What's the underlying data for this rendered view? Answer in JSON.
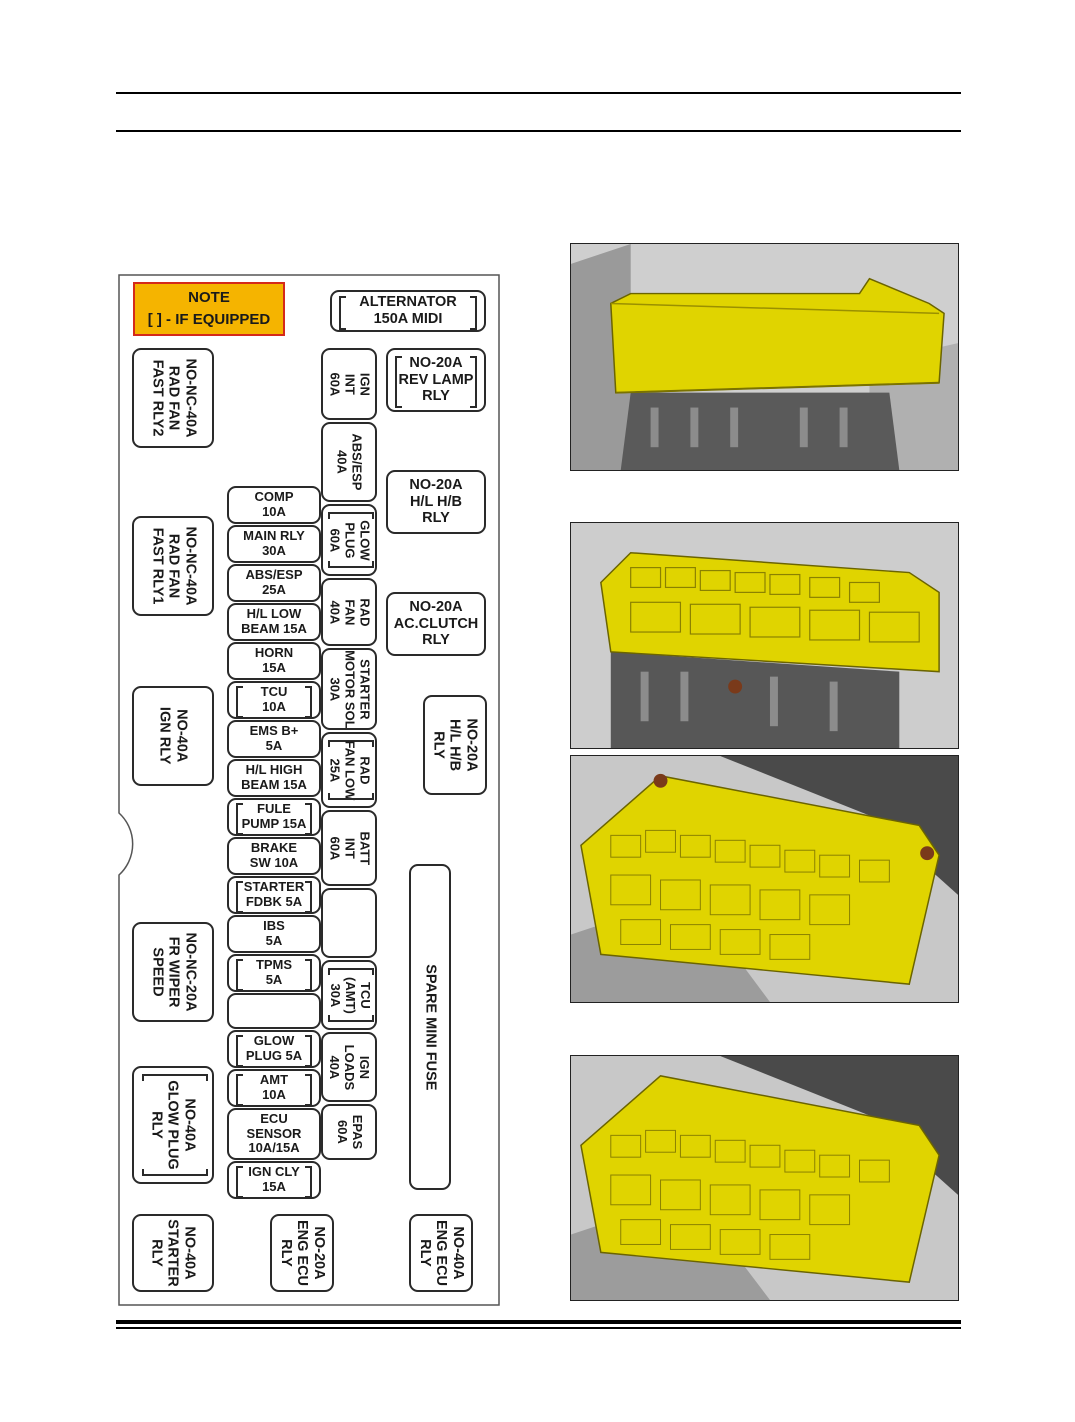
{
  "note": {
    "title": "NOTE",
    "text": "[ ]  - IF EQUIPPED"
  },
  "colors": {
    "note_bg": "#f5b400",
    "note_border": "#d42a1a",
    "component_yellow": "#e0d400",
    "outline": "#2a2a2a"
  },
  "cells": {
    "alternator": "ALTERNATOR\n150A MIDI",
    "rev_lamp_rly": "NO-20A\nREV LAMP\nRLY",
    "hl_hb_rly_top": "NO-20A\nH/L H/B\nRLY",
    "ac_clutch_rly": "NO-20A\nAC.CLUTCH\nRLY",
    "hl_hb_rly_right": "NO-20A\nH/L H/B\nRLY",
    "spare_mini_fuse": "SPARE MINI FUSE",
    "eng_ecu_rly_40": "NO-40A\nENG ECU\nRLY",
    "eng_ecu_rly_20": "NO-20A\nENG ECU\nRLY",
    "starter_rly": "NO-40A\nSTARTER\nRLY",
    "glow_plug_rly": "NO-40A\nGLOW PLUG\nRLY",
    "fr_wiper_speed": "NO-NC-20A\nFR WIPER\nSPEED",
    "ign_rly": "NO-40A\nIGN RLY",
    "rad_fan_fast_rly1": "NO-NC-40A\nRAD FAN\nFAST RLY1",
    "rad_fan_fast_rly2": "NO-NC-40A\nRAD FAN\nFAST RLY2",
    "ign_int": "IGN\nINT\n60A",
    "abs_esp_40": "ABS/ESP\n40A",
    "glow_plug_60": "GLOW\nPLUG\n60A",
    "rad_fan_40": "RAD\nFAN\n40A",
    "starter_motor_sol": "STARTER\nMOTOR SOL\n30A",
    "rad_fan_low": "RAD\nFAN LOW\n25A",
    "batt_int": "BATT\nINT\n60A",
    "tcu_amt": "TCU\n(AMT)\n30A",
    "ign_loads": "IGN\nLOADS\n40A",
    "epas": "EPAS\n60A",
    "comp": "COMP\n10A",
    "main_rly": "MAIN RLY\n30A",
    "abs_esp_25": "ABS/ESP\n25A",
    "hl_low_beam": "H/L LOW\nBEAM 15A",
    "horn": "HORN\n15A",
    "tcu_10": "TCU\n10A",
    "ems_b": "EMS B+\n5A",
    "hl_high_beam": "H/L HIGH\nBEAM 15A",
    "fuel_pump": "FULE\nPUMP 15A",
    "brake_sw": "BRAKE\nSW 10A",
    "starter_fdbk": "STARTER\nFDBK 5A",
    "ibs": "IBS\n5A",
    "tpms": "TPMS\n5A",
    "glow_plug_5": "GLOW\nPLUG 5A",
    "amt_10": "AMT\n10A",
    "ecu_sensor": "ECU\nSENSOR\n10A/15A",
    "ign_cly": "IGN CLY\n15A"
  }
}
